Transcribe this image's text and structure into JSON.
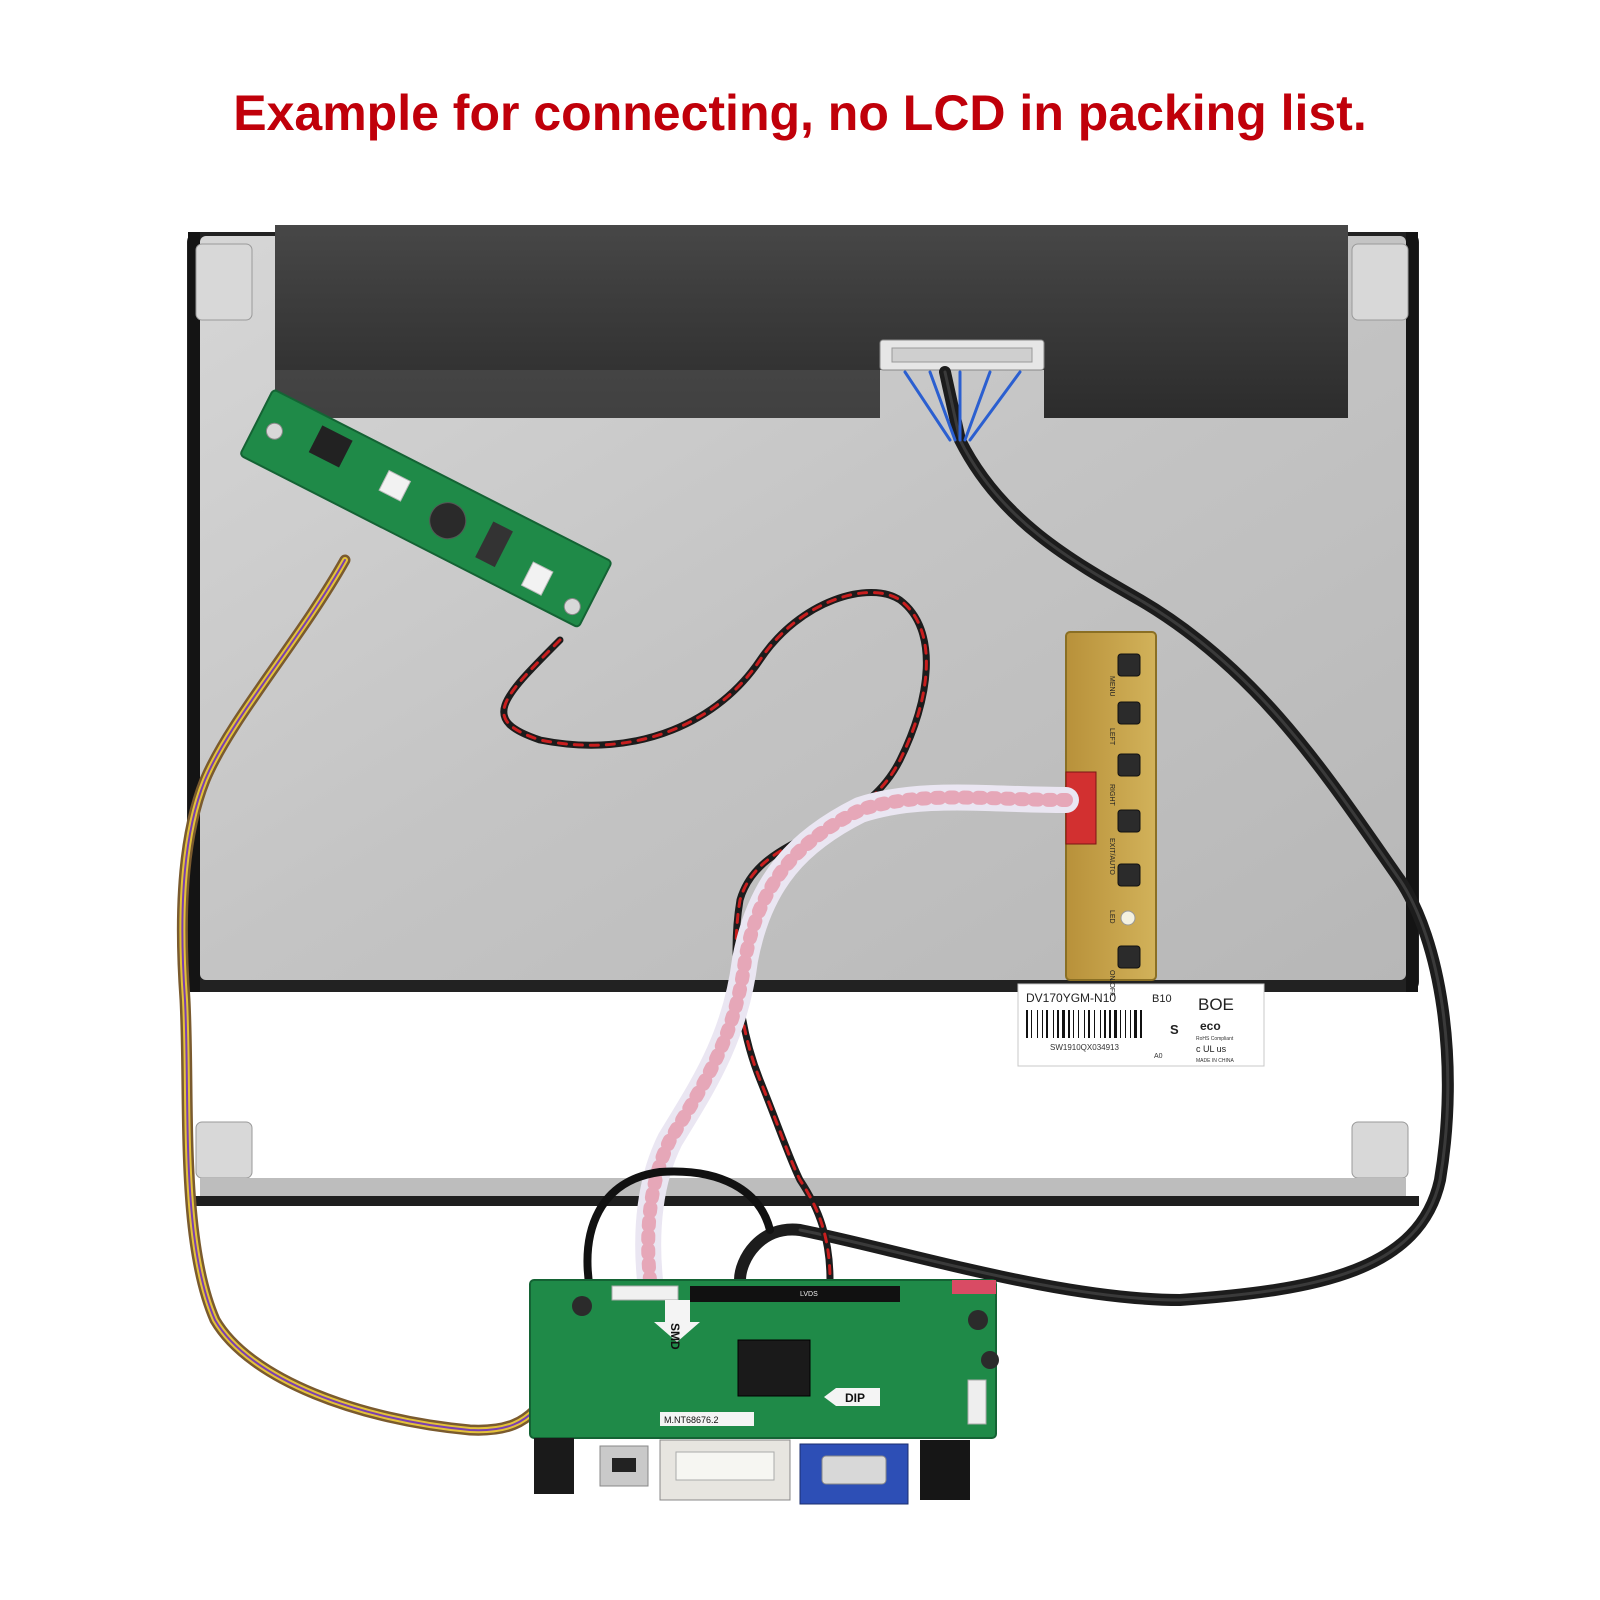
{
  "caption": {
    "text": "Example for connecting, no LCD in packing list.",
    "color": "#c0000a"
  },
  "label_sticker": {
    "model": "DV170YGM-N10",
    "revision": "B10",
    "brand": "BOE",
    "grade": "S",
    "serial": "SW1910QX034913",
    "small_code": "A0",
    "origin": "MADE IN CHINA",
    "rohs_mark": "eco",
    "rohs_text": "RoHS Compliant",
    "ul_mark": "c UL us"
  },
  "key_board": {
    "buttons": [
      "MENU",
      "LEFT",
      "RIGHT",
      "EXIT/AUTO",
      "ON/OFF"
    ],
    "led_label": "LED"
  },
  "driver_board": {
    "model": "M.NT68676.2",
    "smd_label": "SMD",
    "dip_label": "DIP",
    "lvds_label": "LVDS"
  },
  "colors": {
    "panel_metal": "#c9c9c9",
    "protective_film": "#3a3a3a",
    "pcb_green": "#1f8a48",
    "key_board_yellow": "#c8a54a",
    "vga_blue": "#2d4fb6",
    "cable_black": "#1c1c1c",
    "cable_red": "#c81e1e",
    "ribbon_white": "#eae6f2"
  }
}
